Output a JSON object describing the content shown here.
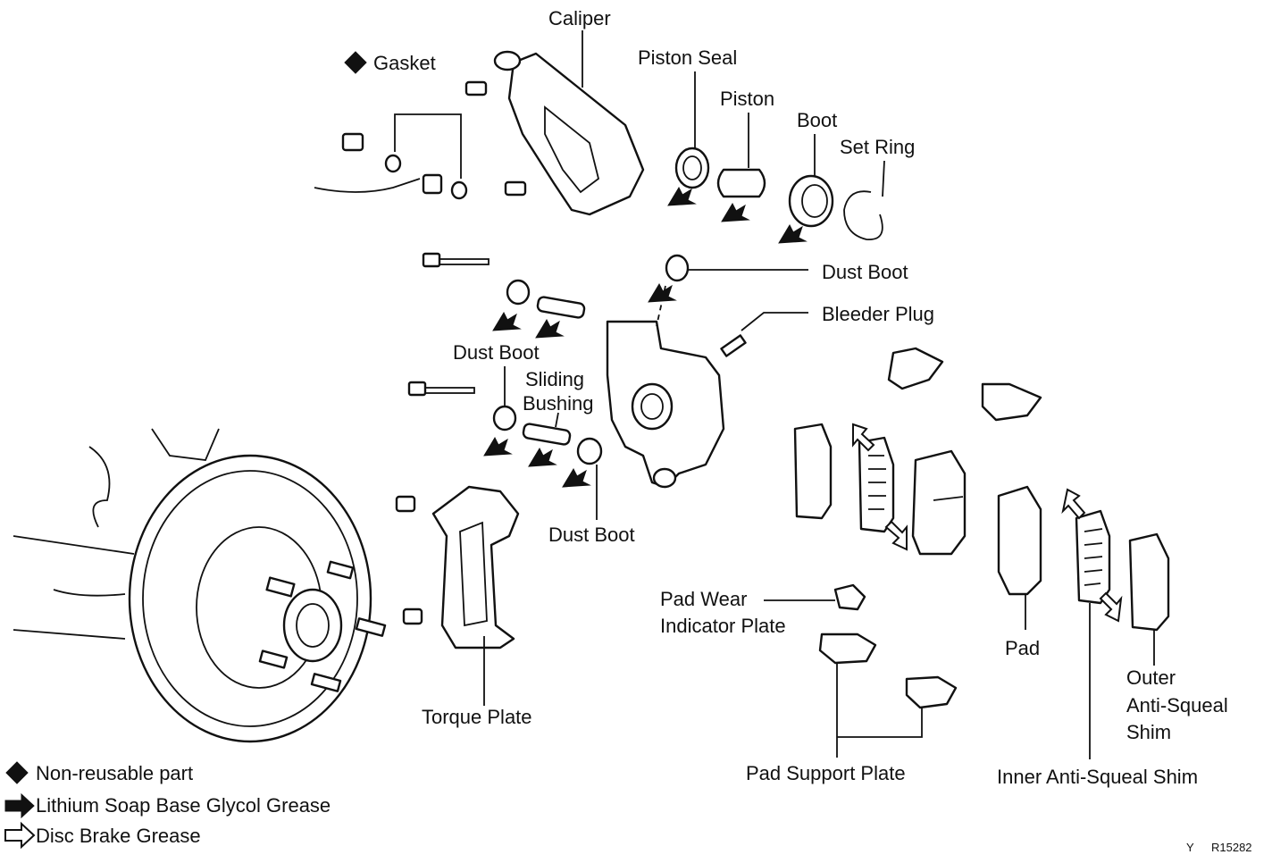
{
  "labels": {
    "caliper": "Caliper",
    "gasket": "Gasket",
    "piston_seal": "Piston Seal",
    "piston": "Piston",
    "boot": "Boot",
    "set_ring": "Set Ring",
    "dust_boot_top": "Dust Boot",
    "bleeder_plug": "Bleeder Plug",
    "dust_boot_left": "Dust Boot",
    "sliding_bushing_1": "Sliding",
    "sliding_bushing_2": "Bushing",
    "dust_boot_bottom": "Dust Boot",
    "pad_wear_1": "Pad Wear",
    "pad_wear_2": "Indicator Plate",
    "pad": "Pad",
    "outer_shim_1": "Outer",
    "outer_shim_2": "Anti-Squeal",
    "outer_shim_3": "Shim",
    "torque_plate": "Torque Plate",
    "pad_support_plate": "Pad Support Plate",
    "inner_shim": "Inner Anti-Squeal Shim"
  },
  "legend": {
    "non_reusable": "Non-reusable part",
    "lithium_grease": "Lithium Soap Base Glycol Grease",
    "disc_brake_grease": "Disc Brake Grease"
  },
  "footer": {
    "code_letter": "Y",
    "code": "R15282"
  },
  "icons": {
    "non_reusable": "diamond-icon",
    "lithium_grease": "solid-arrow-icon",
    "disc_brake_grease": "open-arrow-icon"
  }
}
